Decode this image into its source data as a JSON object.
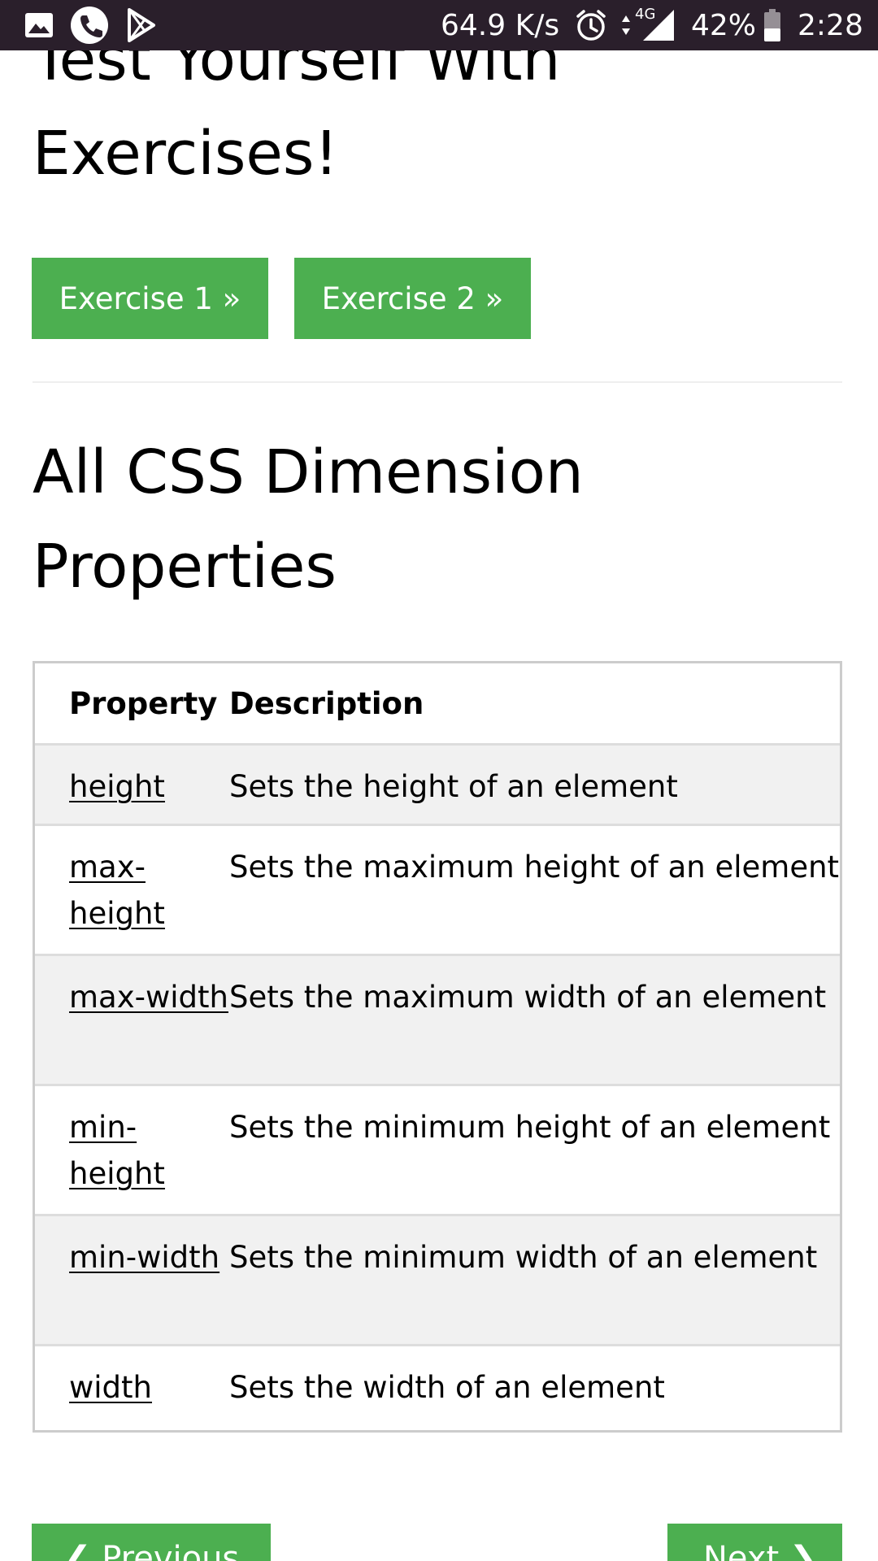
{
  "status_bar": {
    "speed": "64.9 K/s",
    "network": "4G",
    "battery": "42%",
    "time": "2:28",
    "icons": [
      "gallery-icon",
      "phone-icon",
      "play-store-icon",
      "alarm-icon",
      "data-arrows-icon",
      "signal-icon",
      "battery-icon"
    ]
  },
  "exercises": {
    "heading": "Test Yourself With Exercises!",
    "buttons": [
      "Exercise 1 »",
      "Exercise 2 »"
    ]
  },
  "dimension": {
    "heading": "All CSS Dimension Properties",
    "table": {
      "headers": [
        "Property",
        "Description"
      ],
      "rows": [
        {
          "property": "height",
          "description": "Sets the height of an element"
        },
        {
          "property": "max-height",
          "description": "Sets the maximum height of an element"
        },
        {
          "property": "max-width",
          "description": "Sets the maximum width of an element"
        },
        {
          "property": "min-height",
          "description": "Sets the minimum height of an element"
        },
        {
          "property": "min-width",
          "description": "Sets the minimum width of an element"
        },
        {
          "property": "width",
          "description": "Sets the width of an element"
        }
      ]
    }
  },
  "pager": {
    "previous": "❮ Previous",
    "next": "Next ❯"
  },
  "colors": {
    "accent": "#4caf50",
    "status_bar": "#2a1f2b",
    "row_alt": "#f1f1f1",
    "border": "#cccccc"
  }
}
